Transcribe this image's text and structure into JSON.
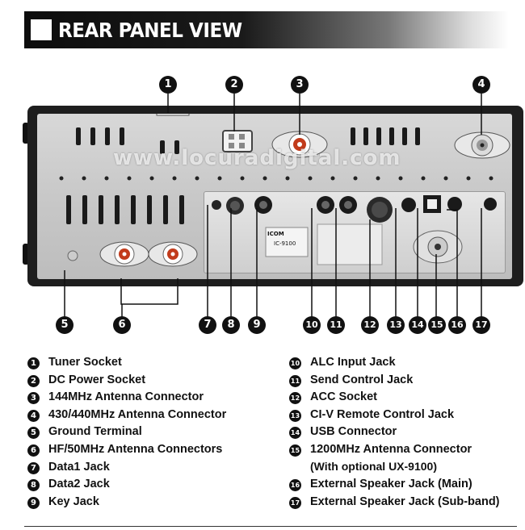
{
  "header": {
    "title": "REAR PANEL VIEW"
  },
  "watermark": "www.locuradigital.com",
  "device": {
    "brand": "ICOM",
    "model_label": "IC-9100"
  },
  "callouts": [
    "1",
    "2",
    "3",
    "4",
    "5",
    "6",
    "7",
    "8",
    "9",
    "10",
    "11",
    "12",
    "13",
    "14",
    "15",
    "16",
    "17"
  ],
  "legend_left": [
    {
      "num": "1",
      "label": "Tuner Socket"
    },
    {
      "num": "2",
      "label": "DC Power Socket"
    },
    {
      "num": "3",
      "label": "144MHz Antenna Connector"
    },
    {
      "num": "4",
      "label": "430/440MHz Antenna Connector"
    },
    {
      "num": "5",
      "label": "Ground Terminal"
    },
    {
      "num": "6",
      "label": "HF/50MHz Antenna Connectors"
    },
    {
      "num": "7",
      "label": "Data1 Jack"
    },
    {
      "num": "8",
      "label": "Data2 Jack"
    },
    {
      "num": "9",
      "label": "Key Jack"
    }
  ],
  "legend_right": [
    {
      "num": "10",
      "label": "ALC Input Jack"
    },
    {
      "num": "11",
      "label": "Send Control Jack"
    },
    {
      "num": "12",
      "label": "ACC Socket"
    },
    {
      "num": "13",
      "label": "CI-V Remote Control Jack"
    },
    {
      "num": "14",
      "label": "USB Connector"
    },
    {
      "num": "15",
      "label": "1200MHz Antenna Connector",
      "sub": "(With optional UX-9100)"
    },
    {
      "num": "16",
      "label": "External Speaker Jack (Main)"
    },
    {
      "num": "17",
      "label": "External Speaker Jack (Sub-band)"
    }
  ]
}
